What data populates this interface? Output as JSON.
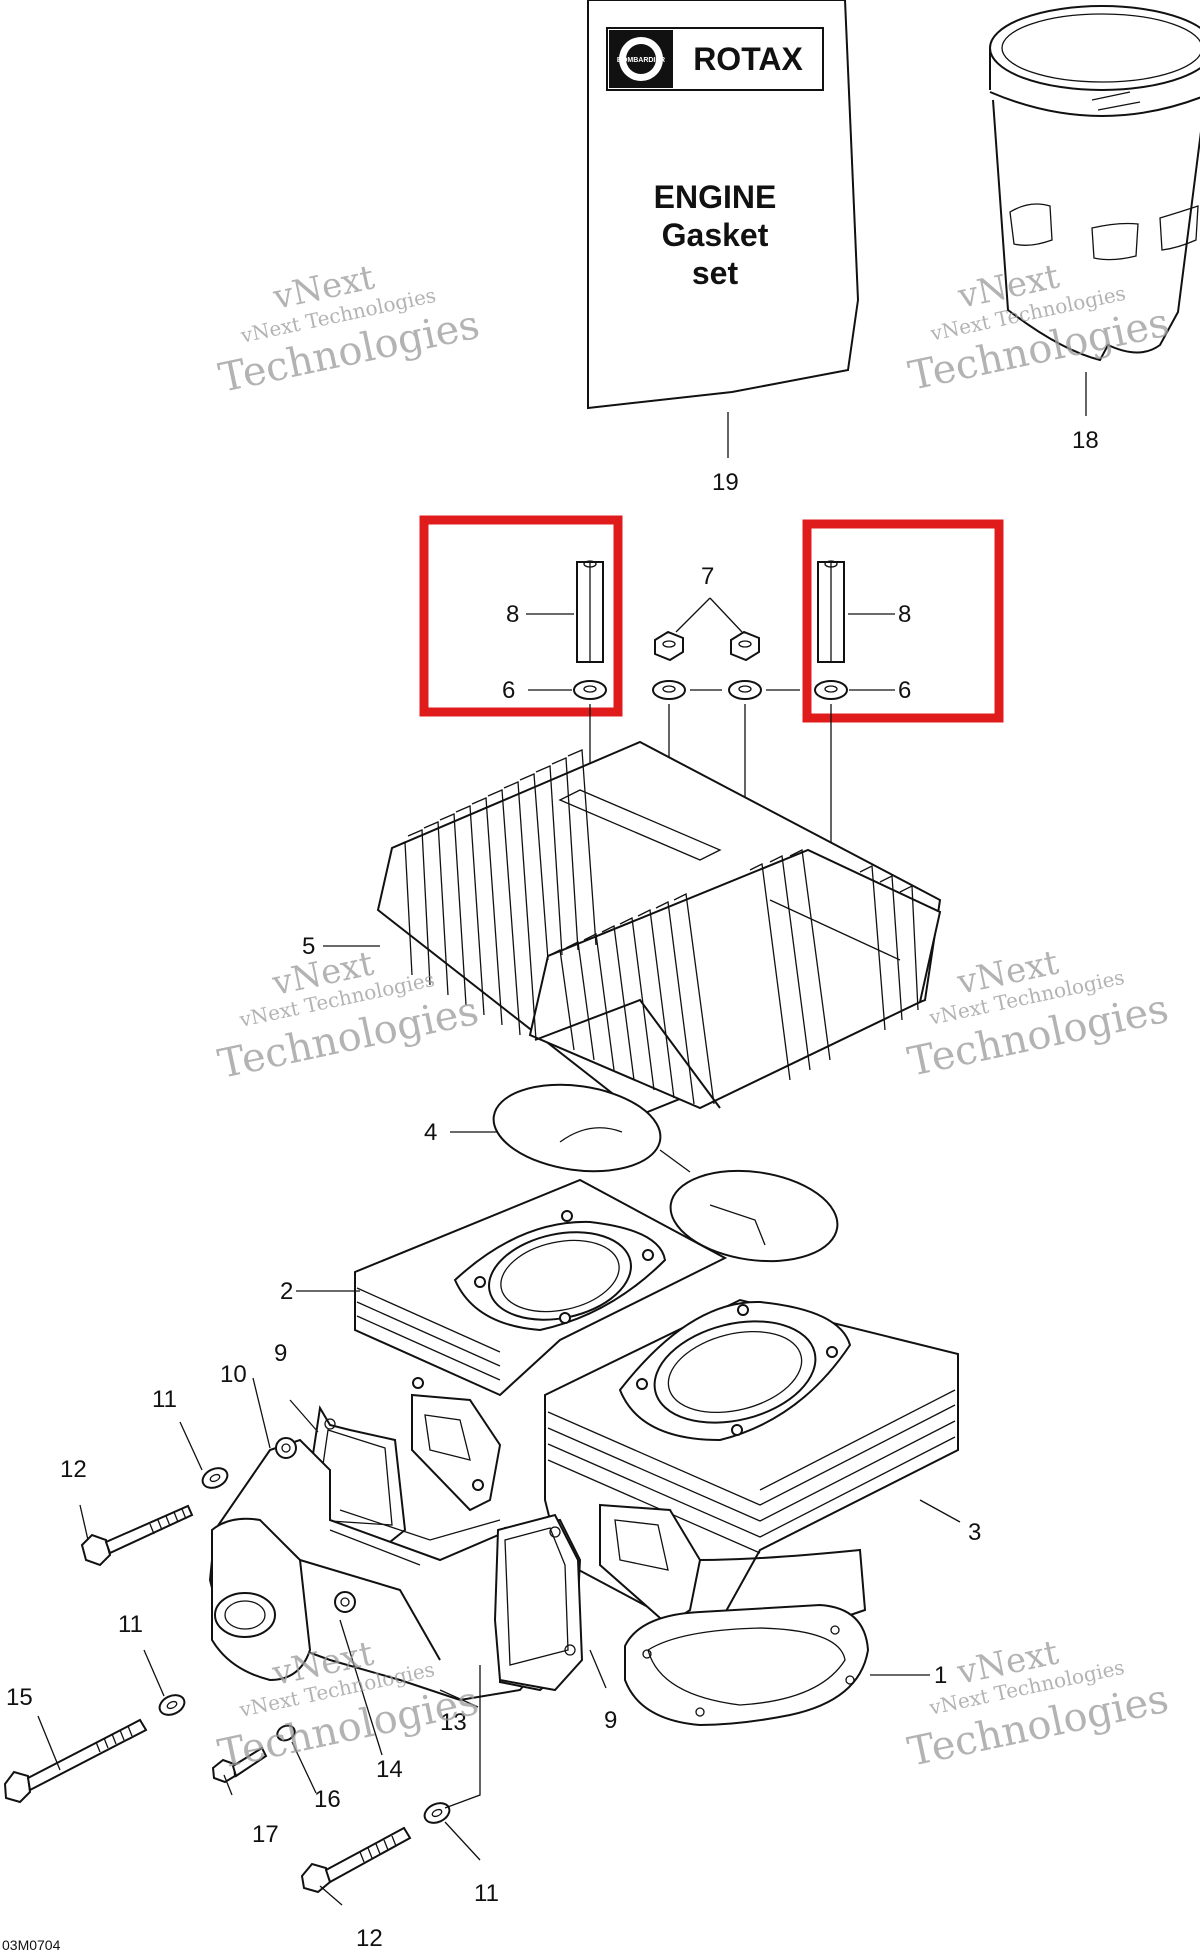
{
  "package": {
    "brand_sub": "BOMBARDIER",
    "brand": "ROTAX",
    "title_lines": [
      "ENGINE",
      "Gasket",
      "set"
    ]
  },
  "callouts": {
    "c19": "19",
    "c18": "18",
    "c7": "7",
    "c8_left": "8",
    "c8_right": "8",
    "c6_left": "6",
    "c6_right": "6",
    "c5": "5",
    "c4": "4",
    "c2": "2",
    "c3": "3",
    "c1": "1",
    "c9_top": "9",
    "c9_bottom": "9",
    "c10": "10",
    "c11_top": "11",
    "c11_mid": "11",
    "c11_bottom": "11",
    "c12_top": "12",
    "c12_bottom": "12",
    "c13": "13",
    "c14": "14",
    "c15": "15",
    "c16": "16",
    "c17": "17"
  },
  "watermark": {
    "line1": "vNext",
    "line2": "vNext Technologies",
    "line3": "Technologies"
  },
  "figure_code": "03M0704",
  "colors": {
    "highlight": "#e01b1b",
    "line": "#111111",
    "watermark": "#9a9a9a"
  }
}
